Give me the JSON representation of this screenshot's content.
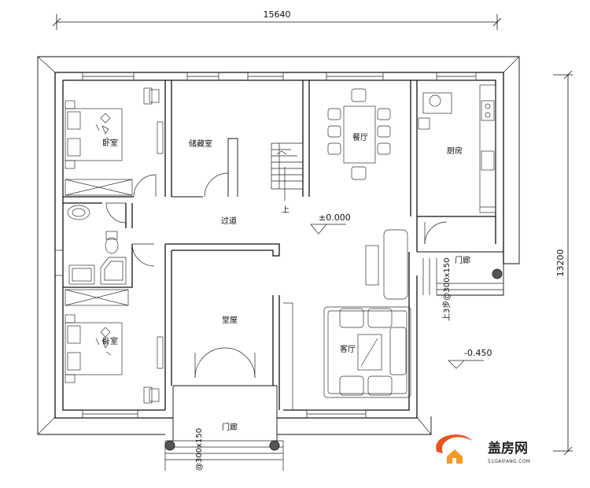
{
  "dimensions": {
    "overall_width": "15640",
    "overall_depth": "13200"
  },
  "rooms": {
    "bedroom_top": "卧室",
    "bedroom_bottom": "卧室",
    "storage": "储藏室",
    "dining": "餐厅",
    "kitchen": "厨房",
    "corridor": "过道",
    "main_hall": "堂屋",
    "living": "客厅",
    "porch_right": "门廊",
    "porch_front": "门廊"
  },
  "elevations": {
    "floor": "±0.000",
    "outdoor": "-0.450"
  },
  "annotations": {
    "stair_up": "上",
    "steps_right": "上3步@300x150",
    "steps_front": "@300x150"
  },
  "logo": {
    "name": "盖房网",
    "url_text": "51GAIFANG.COM",
    "accent_color": "#e8541c",
    "secondary_color": "#f39a2b"
  }
}
